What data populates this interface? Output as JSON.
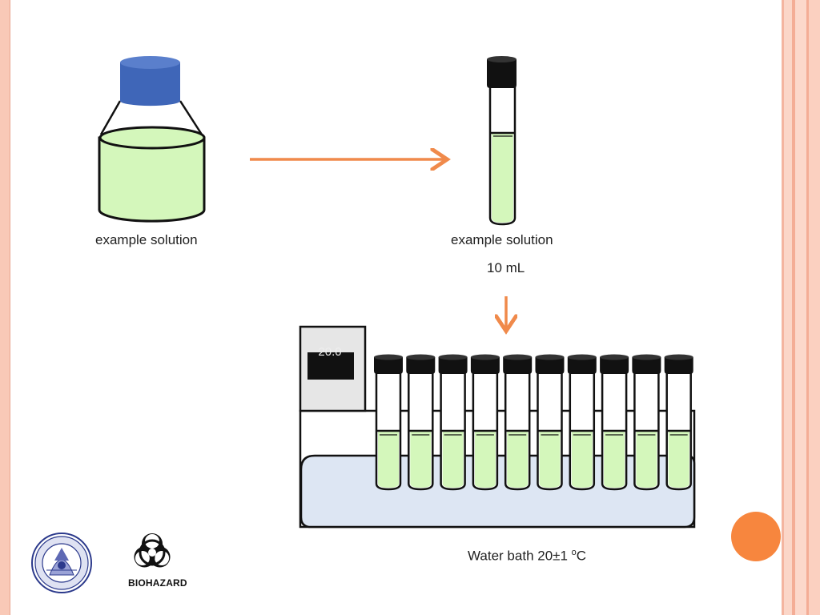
{
  "stock_bottle": {
    "label": "example solution"
  },
  "tube": {
    "label": "example solution",
    "volume": "10 mL"
  },
  "water_bath": {
    "display_value": "20.0",
    "caption_prefix": "Water bath 20±1 ",
    "caption_degree": "o",
    "caption_unit": "C",
    "tube_count": 10
  },
  "biohazard": {
    "label": "BIOHAZARD"
  },
  "colors": {
    "liquid": "#d4f7bb",
    "cap_blue": "#3f66b8",
    "cap_black": "#111111",
    "arrow": "#f08a4b",
    "bath_water": "#dde6f3",
    "accent_circle": "#f7863e",
    "border": "#f9c9b7"
  }
}
